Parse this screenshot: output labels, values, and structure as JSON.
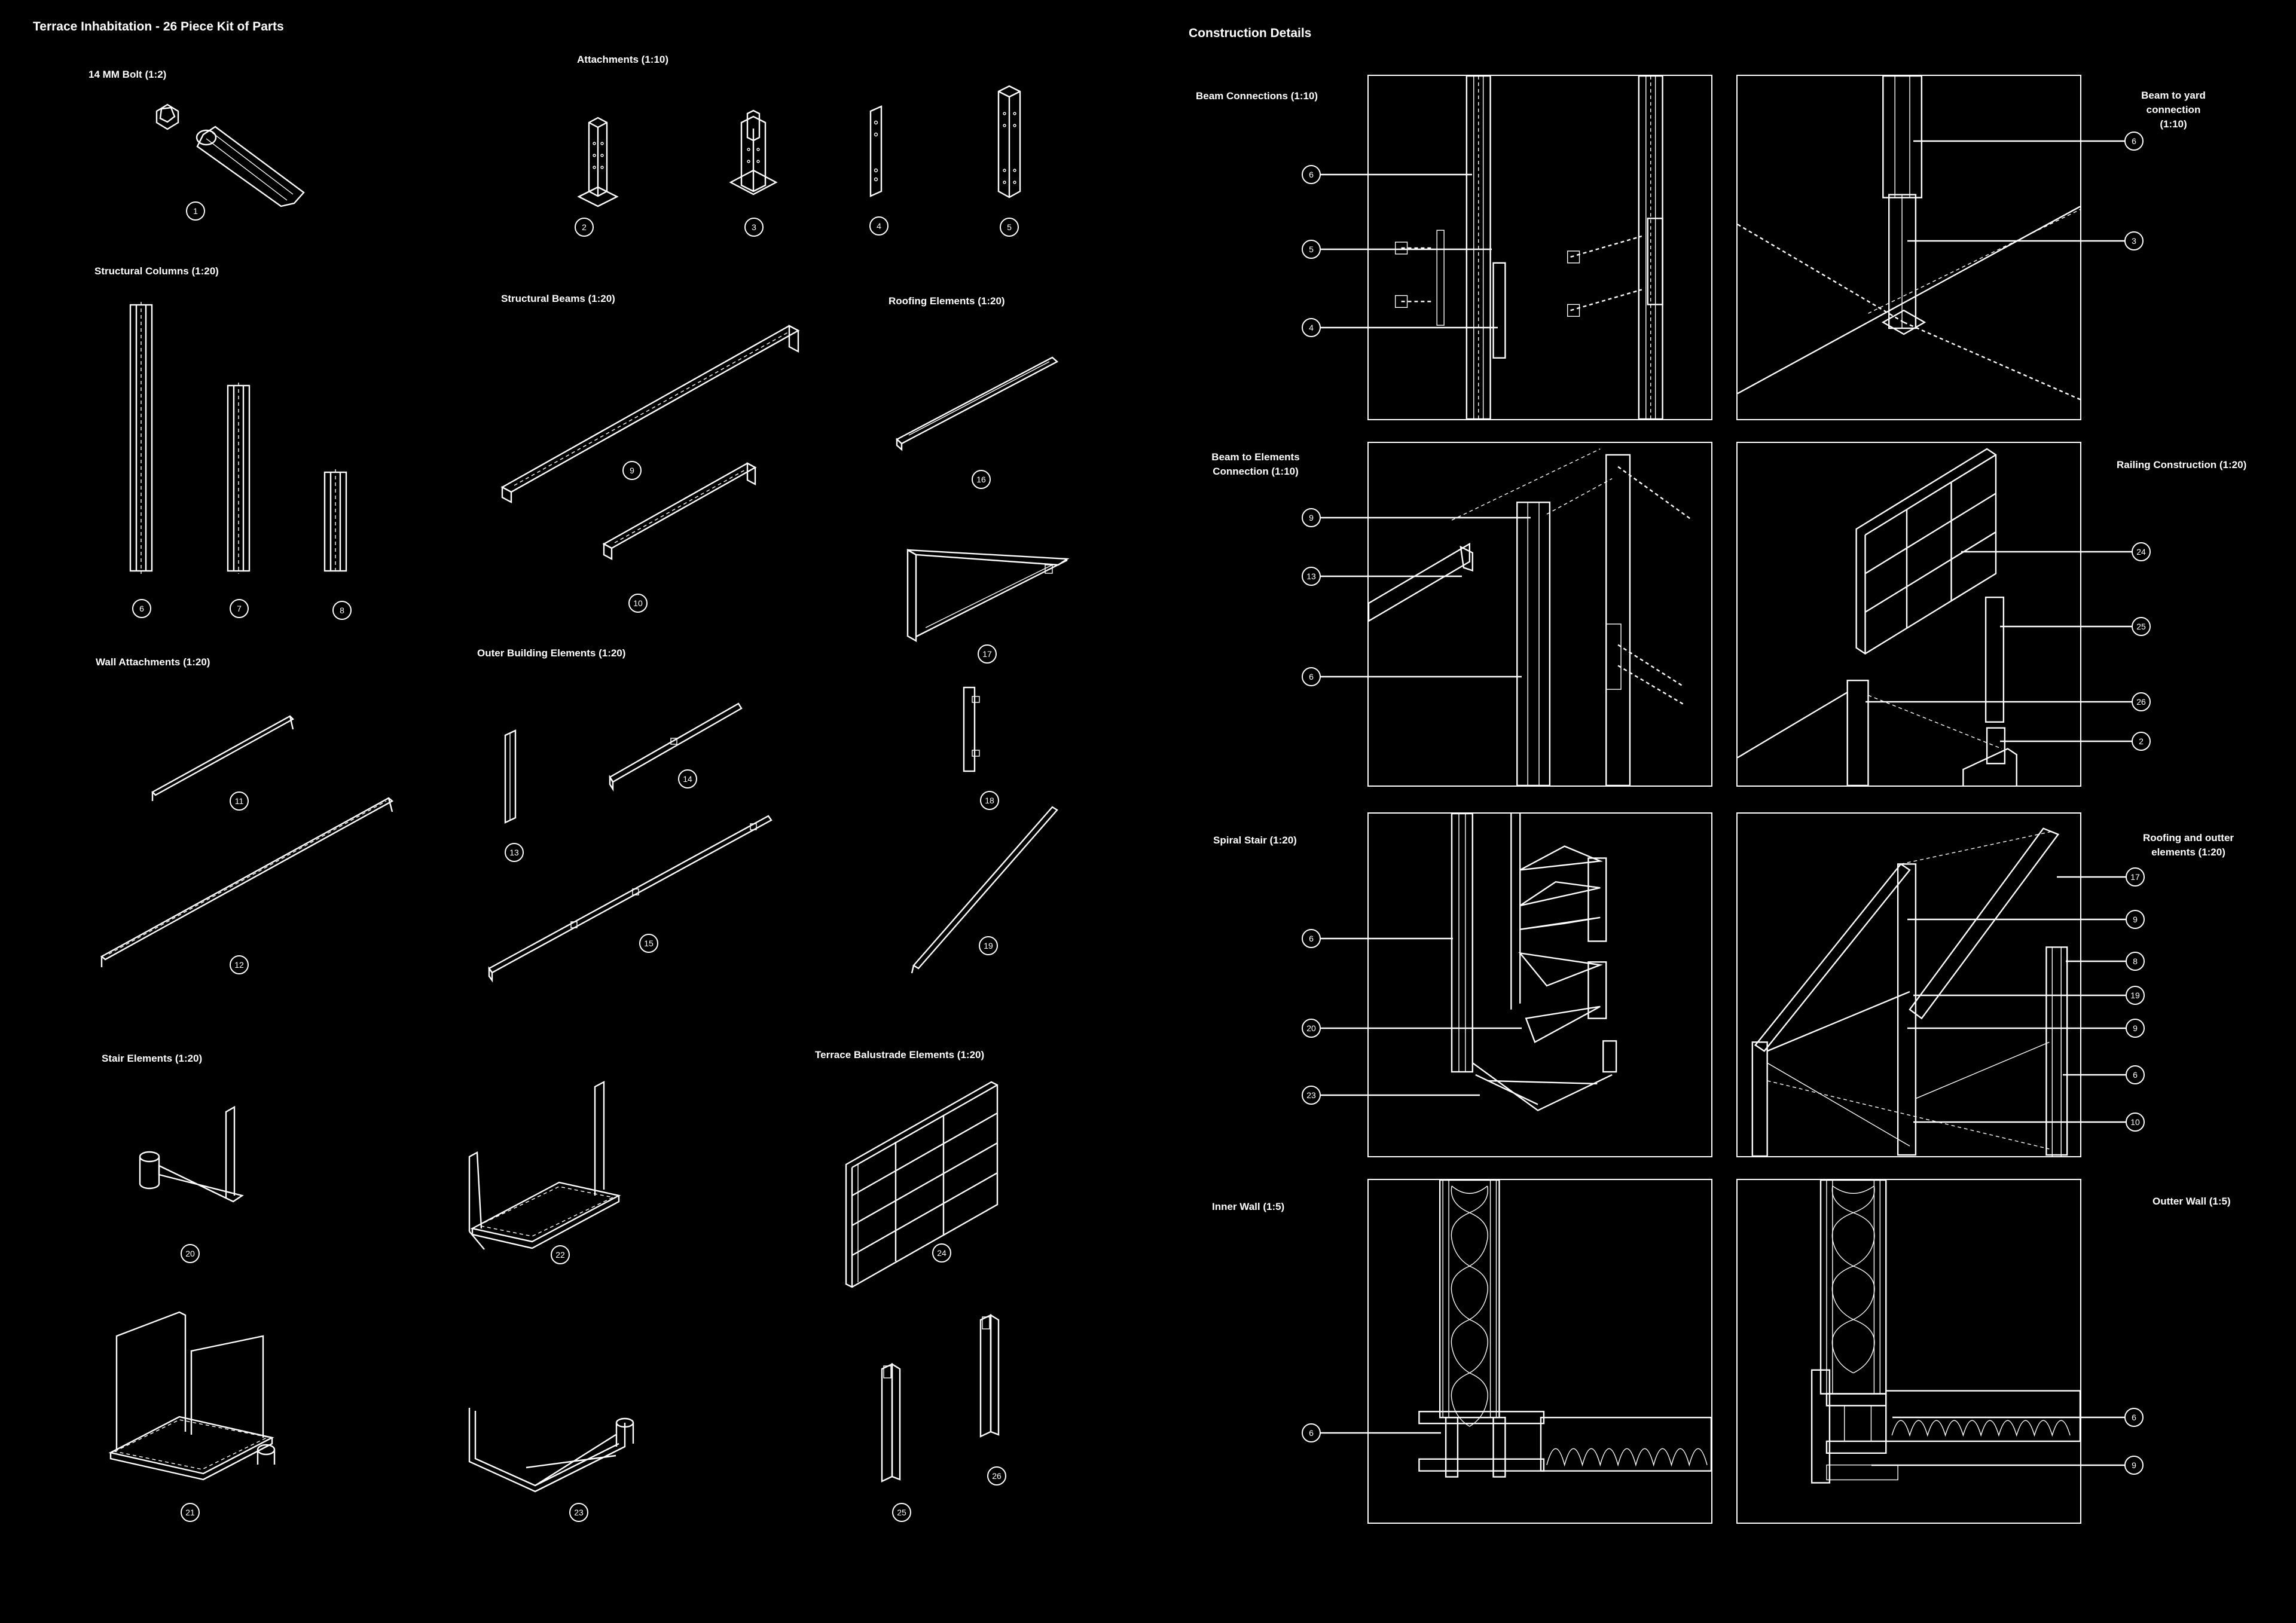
{
  "left_panel": {
    "title": "Terrace Inhabitation - 26 Piece Kit of Parts",
    "sections": {
      "bolt": "14 MM Bolt (1:2)",
      "attachments": "Attachments (1:10)",
      "structural_columns": "Structural Columns  (1:20)",
      "structural_beams": "Structural Beams  (1:20)",
      "roofing_elements": "Roofing Elements  (1:20)",
      "wall_attachments": "Wall Attachments  (1:20)",
      "outer_building_elements": "Outer Building Elements  (1:20)",
      "stair_elements": "Stair Elements  (1:20)",
      "terrace_balustrade": "Terrace Balustrade Elements  (1:20)"
    },
    "part_numbers": [
      "1",
      "2",
      "3",
      "4",
      "5",
      "6",
      "7",
      "8",
      "9",
      "10",
      "11",
      "12",
      "13",
      "14",
      "15",
      "16",
      "17",
      "18",
      "19",
      "20",
      "21",
      "22",
      "23",
      "24",
      "25",
      "26"
    ]
  },
  "right_panel": {
    "title": "Construction Details",
    "details": {
      "beam_connections": {
        "label": "Beam Connections  (1:10)",
        "callouts": [
          "6",
          "5",
          "4"
        ]
      },
      "beam_to_yard": {
        "label_line1": "Beam to yard",
        "label_line2": "connection  (1:10)",
        "callouts": [
          "6",
          "3"
        ]
      },
      "beam_to_elements": {
        "label_line1": "Beam to Elements",
        "label_line2": "Connection (1:10)",
        "callouts": [
          "9",
          "13",
          "6"
        ]
      },
      "railing": {
        "label": "Railing Construction (1:20)",
        "callouts": [
          "24",
          "25",
          "26",
          "2"
        ]
      },
      "spiral_stair": {
        "label": "Spiral Stair (1:20)",
        "callouts": [
          "6",
          "20",
          "23"
        ]
      },
      "roofing_outer": {
        "label_line1": "Roofing and outter",
        "label_line2": "elements (1:20)",
        "callouts": [
          "17",
          "9",
          "8",
          "19",
          "9",
          "6",
          "10"
        ]
      },
      "inner_wall": {
        "label": "Inner Wall (1:5)",
        "callouts": [
          "6"
        ]
      },
      "outer_wall": {
        "label": "Outter Wall (1:5)",
        "callouts": [
          "6",
          "9"
        ]
      }
    }
  }
}
